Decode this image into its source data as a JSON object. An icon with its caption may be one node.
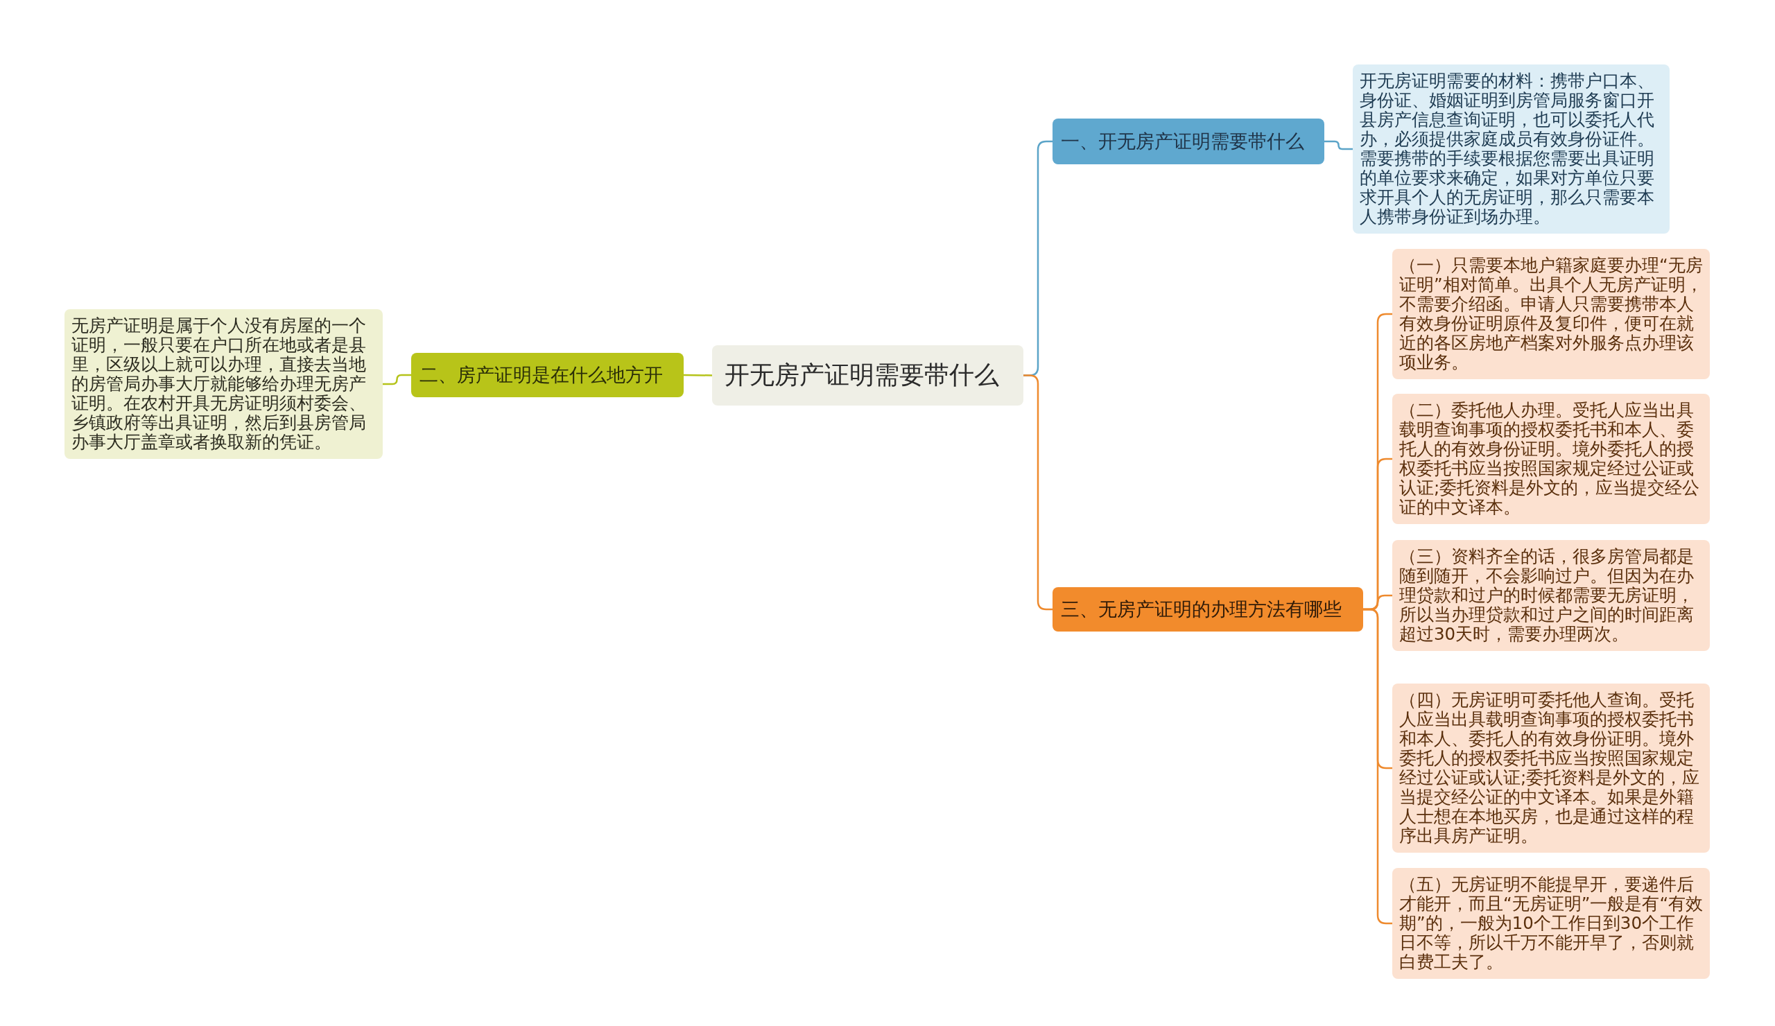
{
  "diagram": {
    "nodes": [
      {
        "text": [
          "开无房产证明需要带什么"
        ]
      },
      {
        "text": [
          "一、开无房产证明需要带什么"
        ]
      },
      {
        "text": [
          "开无房证明需要的材料：携带户口本、身份证、婚姻证明到房管局服务窗口开县房产信息查询证明，也可以委托人代办，必须提供家庭成员有效身份证件。需要携带的手续要根据您需要出具证明的单位要求来确定，如果对方单位只要求开具个人的无房证明，那么只需要本人携带身份证到场办理。"
        ]
      },
      {
        "text": [
          "二、房产证明是在什么地方开"
        ]
      },
      {
        "text": [
          "无房产证明是属于个人没有房屋的一个证明，一般只要在户口所在地或者是县里，区级以上就可以办理，直接去当地的房管局办事大厅就能够给办理无房产证明。在农村开具无房证明须村委会、乡镇政府等出具证明，然后到县房管局办事大厅盖章或者换取新的凭证。"
        ]
      },
      {
        "text": [
          "三、无房产证明的办理方法有哪些"
        ]
      },
      {
        "text": [
          "（一）只需要本地户籍家庭要办理“无房证明”相对简单。出具个人无房产证明，不需要介绍函。申请人只需要携带本人有效身份证明原件及复印件，便可在就近的各区房地产档案对外服务点办理该项业务。"
        ]
      },
      {
        "text": [
          "（二）委托他人办理。受托人应当出具载明查询事项的授权委托书和本人、委托人的有效身份证明。境外委托人的授权委托书应当按照国家规定经过公证或认证;委托资料是外文的，应当提交经公证的中文译本。"
        ]
      },
      {
        "text": [
          "（三）资料齐全的话，很多房管局都是随到随开，不会影响过户。但因为在办理贷款和过户的时候都需要无房证明，所以当办理贷款和过户之间的时间距离超过30天时，需要办理两次。"
        ]
      },
      {
        "text": [
          "（四）无房证明可委托他人查询。受托人应当出具载明查询事项的授权委托书和本人、委托人的有效身份证明。境外委托人的授权委托书应当按照国家规定经过公证或认证;委托资料是外文的，应当提交经公证的中文译本。如果是外籍人士想在本地买房，也是通过这样的程序出具房产证明。"
        ]
      },
      {
        "text": [
          "（五）无房证明不能提早开，要递件后才能开，而且“无房证明”一般是有“有效期”的，一般为10个工作日到30个工作日不等，所以千万不能开早了，否则就白费工夫了。"
        ]
      }
    ],
    "edges": [
      {
        "from": 0,
        "to": 1,
        "arrow": "none",
        "color": "#5ba4c8"
      },
      {
        "from": 1,
        "to": 2,
        "arrow": "none",
        "color": "#5ba4c8"
      },
      {
        "from": 0,
        "to": 3,
        "arrow": "none",
        "color": "#b5c31a"
      },
      {
        "from": 3,
        "to": 4,
        "arrow": "none",
        "color": "#b5c31a"
      },
      {
        "from": 0,
        "to": 5,
        "arrow": "none"
      },
      {
        "from": 5,
        "to": 6,
        "arrow": "none"
      },
      {
        "from": 5,
        "to": 7,
        "arrow": "none"
      },
      {
        "from": 5,
        "to": 8,
        "arrow": "none"
      },
      {
        "from": 5,
        "to": 9,
        "arrow": "none"
      },
      {
        "from": 5,
        "to": 10,
        "arrow": "none"
      }
    ]
  }
}
